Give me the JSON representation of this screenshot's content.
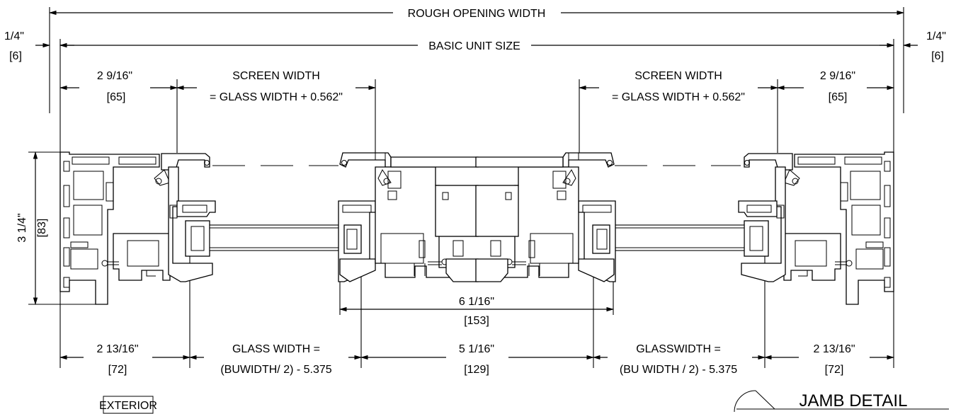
{
  "dimensions": {
    "rough_opening": "ROUGH OPENING WIDTH",
    "basic_unit": "BASIC UNIT SIZE",
    "clearance_left": "1/4\"",
    "clearance_left_mm": "[6]",
    "clearance_right": "1/4\"",
    "clearance_right_mm": "[6]",
    "jamb_to_screen_left": "2 9/16\"",
    "jamb_to_screen_left_mm": "[65]",
    "jamb_to_screen_right": "2 9/16\"",
    "jamb_to_screen_right_mm": "[65]",
    "screen_width_left_line1": "SCREEN WIDTH",
    "screen_width_left_line2": "= GLASS WIDTH + 0.562\"",
    "screen_width_right_line1": "SCREEN WIDTH",
    "screen_width_right_line2": "= GLASS WIDTH + 0.562\"",
    "frame_depth": "3 1/4\"",
    "frame_depth_mm": "[83]",
    "center_mull": "6 1/16\"",
    "center_mull_mm": "[153]",
    "edge_left": "2 13/16\"",
    "edge_left_mm": "[72]",
    "glass_left_line1": "GLASS WIDTH =",
    "glass_left_line2": "(BUWIDTH/ 2) - 5.375",
    "between_glass": "5 1/16\"",
    "between_glass_mm": "[129]",
    "glass_right_line1": "GLASSWIDTH =",
    "glass_right_line2": "(BU WIDTH / 2) - 5.375",
    "edge_right": "2 13/16\"",
    "edge_right_mm": "[72]"
  },
  "labels": {
    "exterior": "EXTERIOR",
    "detail_title": "JAMB DETAIL"
  }
}
